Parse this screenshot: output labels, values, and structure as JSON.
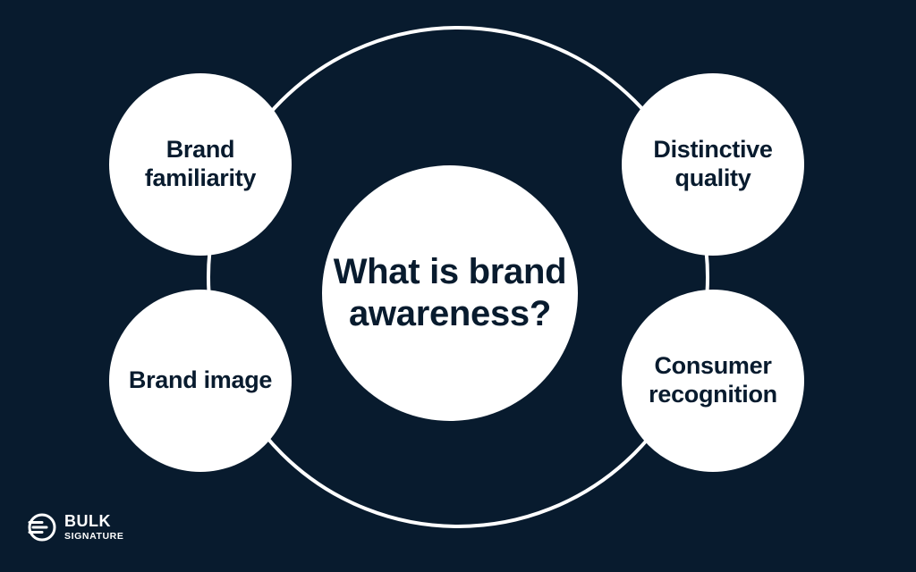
{
  "diagram": {
    "center_label": "What is brand awareness?",
    "nodes": [
      {
        "label": "Brand familiarity"
      },
      {
        "label": "Brand image"
      },
      {
        "label": "Distinctive quality"
      },
      {
        "label": "Consumer recognition"
      }
    ]
  },
  "logo": {
    "word1": "BULK",
    "word2": "SIGNATURE",
    "icon": "bulk-signature-logo-icon"
  },
  "colors": {
    "background": "#081b2e",
    "foreground": "#ffffff",
    "text": "#081b2e"
  }
}
